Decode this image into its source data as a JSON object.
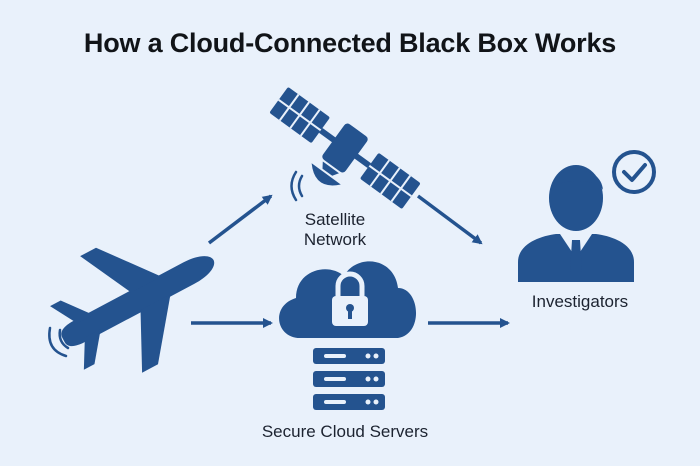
{
  "title": "How a Cloud-Connected Black Box Works",
  "nodes": {
    "satellite": {
      "label_line1": "Satellite",
      "label_line2": "Network",
      "icon": "satellite-icon"
    },
    "investigators": {
      "label": "Investigators",
      "icon": "investigator-icon",
      "badge_icon": "checkmark-icon"
    },
    "servers": {
      "label": "Secure Cloud Servers",
      "icon": "cloud-lock-server-icon"
    },
    "aircraft": {
      "icon": "airplane-icon"
    }
  },
  "colors": {
    "primary": "#24538f",
    "background": "#e9f1fb",
    "text": "#111418"
  }
}
